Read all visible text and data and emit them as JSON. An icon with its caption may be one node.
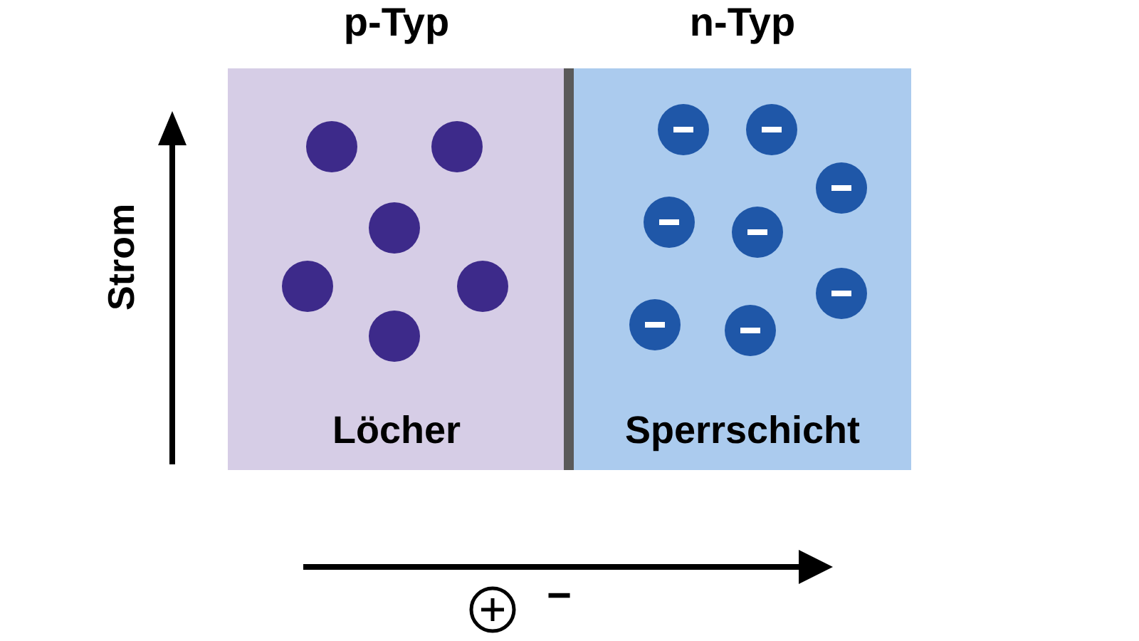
{
  "diagram": {
    "nodes": [
      {
        "text": [
          "p-Typ",
          "Löcher"
        ]
      },
      {
        "text": [
          "n-Typ",
          "Sperrschicht"
        ]
      }
    ],
    "labels": [
      "Strom",
      "−"
    ]
  }
}
